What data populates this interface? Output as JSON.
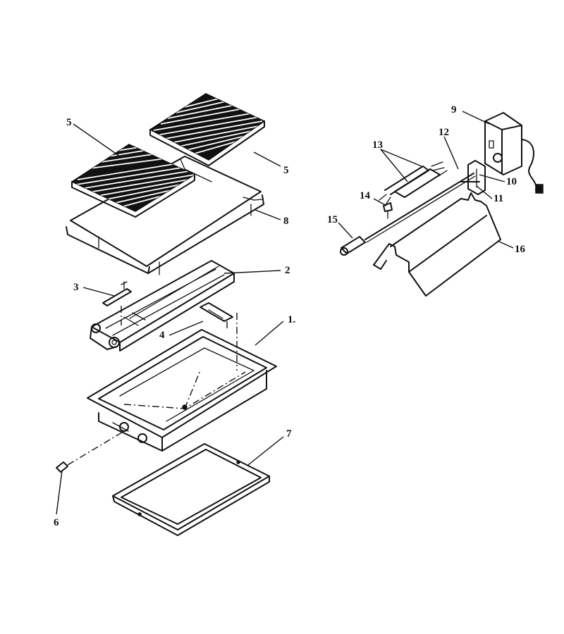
{
  "callouts": [
    {
      "id": "c1",
      "text": "1."
    },
    {
      "id": "c2",
      "text": "2"
    },
    {
      "id": "c3",
      "text": "3"
    },
    {
      "id": "c4",
      "text": "4"
    },
    {
      "id": "c5a",
      "text": "5"
    },
    {
      "id": "c5b",
      "text": "5"
    },
    {
      "id": "c6",
      "text": "6"
    },
    {
      "id": "c7",
      "text": "7"
    },
    {
      "id": "c8",
      "text": "8"
    },
    {
      "id": "c9",
      "text": "9"
    },
    {
      "id": "c10",
      "text": "10"
    },
    {
      "id": "c11",
      "text": "11"
    },
    {
      "id": "c12",
      "text": "12"
    },
    {
      "id": "c13",
      "text": "13"
    },
    {
      "id": "c14",
      "text": "14"
    },
    {
      "id": "c15",
      "text": "15"
    },
    {
      "id": "c16",
      "text": "16"
    }
  ]
}
